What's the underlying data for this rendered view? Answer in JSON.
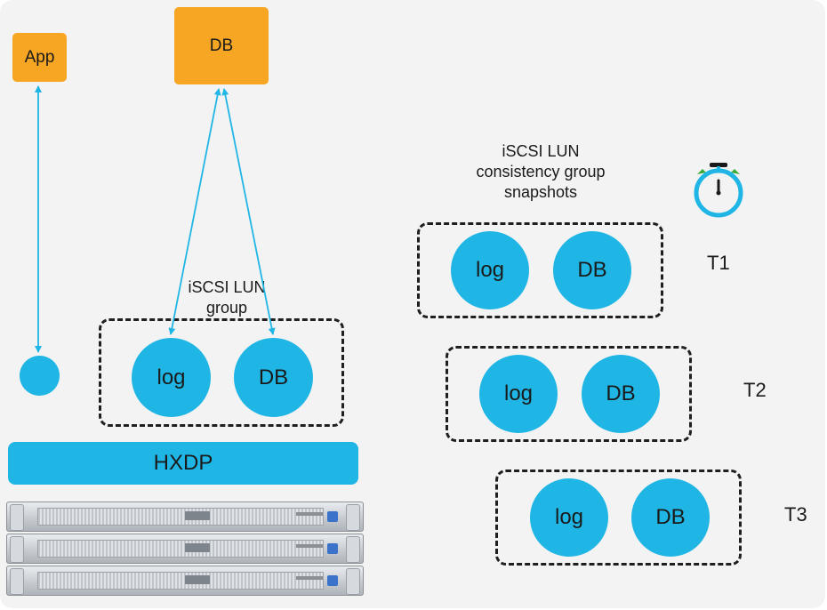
{
  "nodes": {
    "app": "App",
    "db_top": "DB",
    "log": "log",
    "db": "DB"
  },
  "group_label": "iSCSI LUN group",
  "snapshots_label": "iSCSI LUN consistency group snapshots",
  "platform": "HXDP",
  "snapshots": [
    {
      "time": "T1",
      "log": "log",
      "db": "DB"
    },
    {
      "time": "T2",
      "log": "log",
      "db": "DB"
    },
    {
      "time": "T3",
      "log": "log",
      "db": "DB"
    }
  ],
  "icons": {
    "timer": "stopwatch-icon",
    "servers": "server-rack-icon"
  },
  "colors": {
    "accent_blue": "#1fb6e6",
    "orange": "#f6a623",
    "background": "#f3f3f3"
  }
}
